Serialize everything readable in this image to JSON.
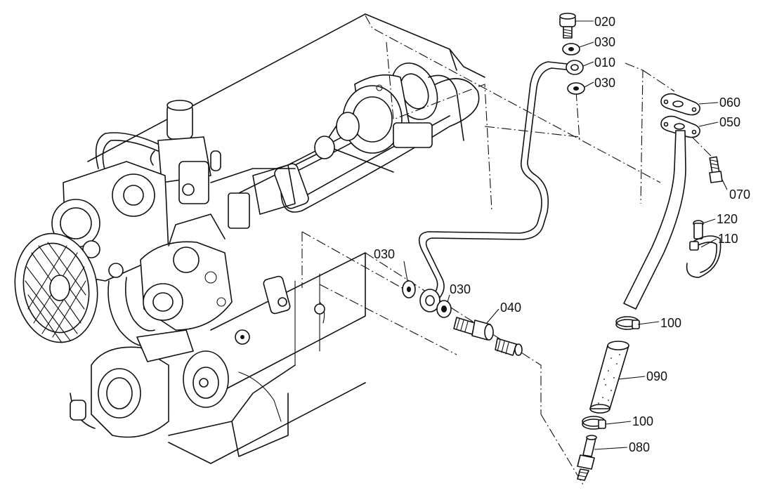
{
  "callouts": [
    {
      "id": "c020a",
      "label": "020"
    },
    {
      "id": "c030a",
      "label": "030"
    },
    {
      "id": "c010",
      "label": "010"
    },
    {
      "id": "c030b",
      "label": "030"
    },
    {
      "id": "c060",
      "label": "060"
    },
    {
      "id": "c050",
      "label": "050"
    },
    {
      "id": "c070",
      "label": "070"
    },
    {
      "id": "c120",
      "label": "120"
    },
    {
      "id": "c110",
      "label": "110"
    },
    {
      "id": "c030c",
      "label": "030"
    },
    {
      "id": "c030d",
      "label": "030"
    },
    {
      "id": "c040",
      "label": "040"
    },
    {
      "id": "c100a",
      "label": "100"
    },
    {
      "id": "c090",
      "label": "090"
    },
    {
      "id": "c100b",
      "label": "100"
    },
    {
      "id": "c080",
      "label": "080"
    }
  ]
}
